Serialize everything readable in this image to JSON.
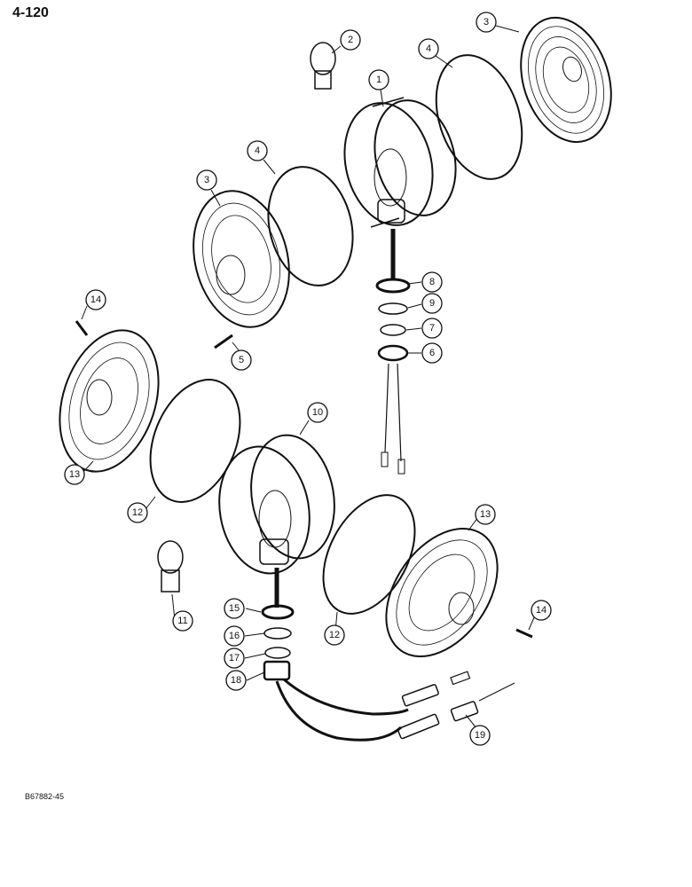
{
  "page": {
    "number": "4-120",
    "doc_code": "B67882-45"
  },
  "callouts": [
    {
      "id": "c1",
      "label": "1"
    },
    {
      "id": "c2",
      "label": "2"
    },
    {
      "id": "c3a",
      "label": "3"
    },
    {
      "id": "c3b",
      "label": "3"
    },
    {
      "id": "c4a",
      "label": "4"
    },
    {
      "id": "c4b",
      "label": "4"
    },
    {
      "id": "c5",
      "label": "5"
    },
    {
      "id": "c6",
      "label": "6"
    },
    {
      "id": "c7",
      "label": "7"
    },
    {
      "id": "c8",
      "label": "8"
    },
    {
      "id": "c9",
      "label": "9"
    },
    {
      "id": "c10",
      "label": "10"
    },
    {
      "id": "c11",
      "label": "11"
    },
    {
      "id": "c12a",
      "label": "12"
    },
    {
      "id": "c12b",
      "label": "12"
    },
    {
      "id": "c13a",
      "label": "13"
    },
    {
      "id": "c13b",
      "label": "13"
    },
    {
      "id": "c14a",
      "label": "14"
    },
    {
      "id": "c14b",
      "label": "14"
    },
    {
      "id": "c15",
      "label": "15"
    },
    {
      "id": "c16",
      "label": "16"
    },
    {
      "id": "c17",
      "label": "17"
    },
    {
      "id": "c18",
      "label": "18"
    },
    {
      "id": "c19",
      "label": "19"
    }
  ]
}
